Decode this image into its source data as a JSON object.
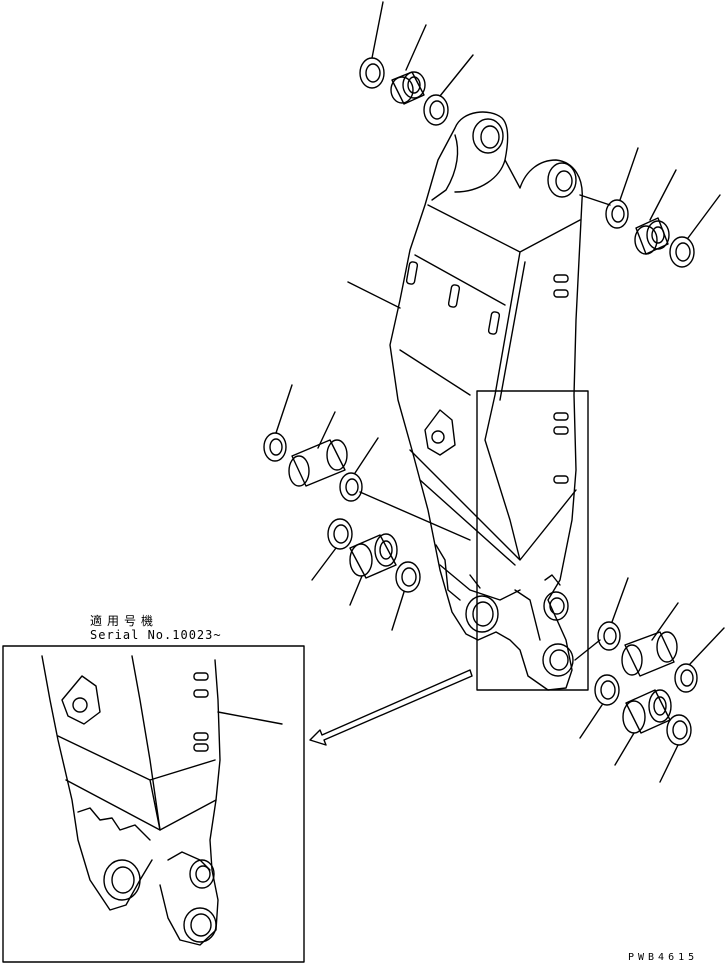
{
  "inset": {
    "applicability_label": "適用号機",
    "serial_label": "Serial No.10023~"
  },
  "drawing_code": "PWB4615",
  "colors": {
    "line": "#000000",
    "background": "#ffffff"
  }
}
